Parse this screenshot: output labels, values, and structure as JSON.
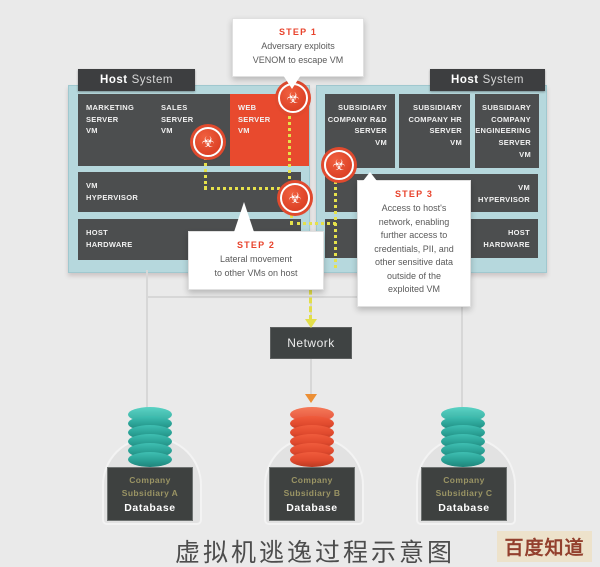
{
  "steps": [
    {
      "label": "STEP 1",
      "text": "Adversary exploits\nVENOM to escape VM"
    },
    {
      "label": "STEP 2",
      "text": "Lateral movement\nto other VMs on host"
    },
    {
      "label": "STEP 3",
      "text": "Access to host's\nnetwork, enabling\nfurther access to\ncredentials, PII, and\nother sensitive data\noutside of the\nexploited VM"
    }
  ],
  "hosts": {
    "left": {
      "title_bold": "Host",
      "title_rest": "System",
      "vms": [
        "MARKETING\nSERVER\nVM",
        "SALES\nSERVER\nVM",
        "WEB\nSERVER\nVM"
      ],
      "hypervisor": "VM\nHYPERVISOR",
      "hardware": "HOST\nHARDWARE"
    },
    "right": {
      "title_bold": "Host",
      "title_rest": "System",
      "vms": [
        "SUBSIDIARY\nCOMPANY R&D\nSERVER\nVM",
        "SUBSIDIARY\nCOMPANY HR\nSERVER\nVM",
        "SUBSIDIARY\nCOMPANY\nENGINEERING\nSERVER\nVM"
      ],
      "hypervisor": "VM\nHYPERVISOR",
      "hardware": "HOST\nHARDWARE"
    }
  },
  "network_label": "Network",
  "databases": [
    {
      "name": "Company\nSubsidiary A",
      "type": "Database",
      "color": "#2baa9e"
    },
    {
      "name": "Company\nSubsidiary B",
      "type": "Database",
      "color": "#e14a2e"
    },
    {
      "name": "Company\nSubsidiary C",
      "type": "Database",
      "color": "#2baa9e"
    }
  ],
  "glyphs": {
    "biohazard": "☣"
  },
  "caption": "虚拟机逃逸过程示意图",
  "watermark": "百度知道",
  "colors": {
    "background": "#eaeaea",
    "host_shell": "#b6d8dd",
    "panel_dark": "#4c4e4f",
    "accent_red": "#e84a2e",
    "teal": "#2baa9e",
    "path_yellow": "#e5e14b",
    "step_label_red": "#e8432c",
    "watermark_bg": "#ede2cb",
    "watermark_text": "#93402e"
  }
}
